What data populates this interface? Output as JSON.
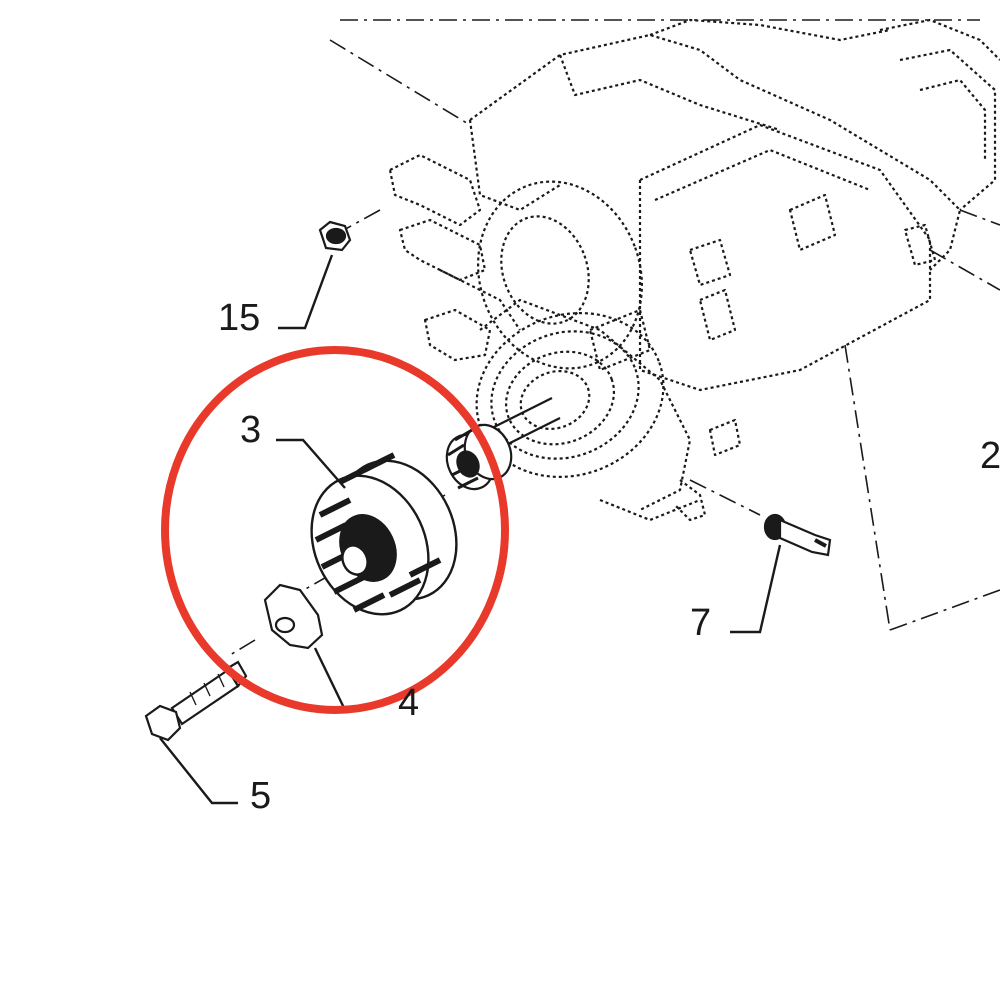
{
  "labels": {
    "part_15": "15",
    "part_3": "3",
    "part_4": "4",
    "part_5": "5",
    "part_7": "7",
    "part_2": "2"
  },
  "colors": {
    "line": "#1a1a1a",
    "highlight_circle": "#e8392a",
    "background": "#ffffff"
  },
  "highlight": {
    "part": "3"
  }
}
